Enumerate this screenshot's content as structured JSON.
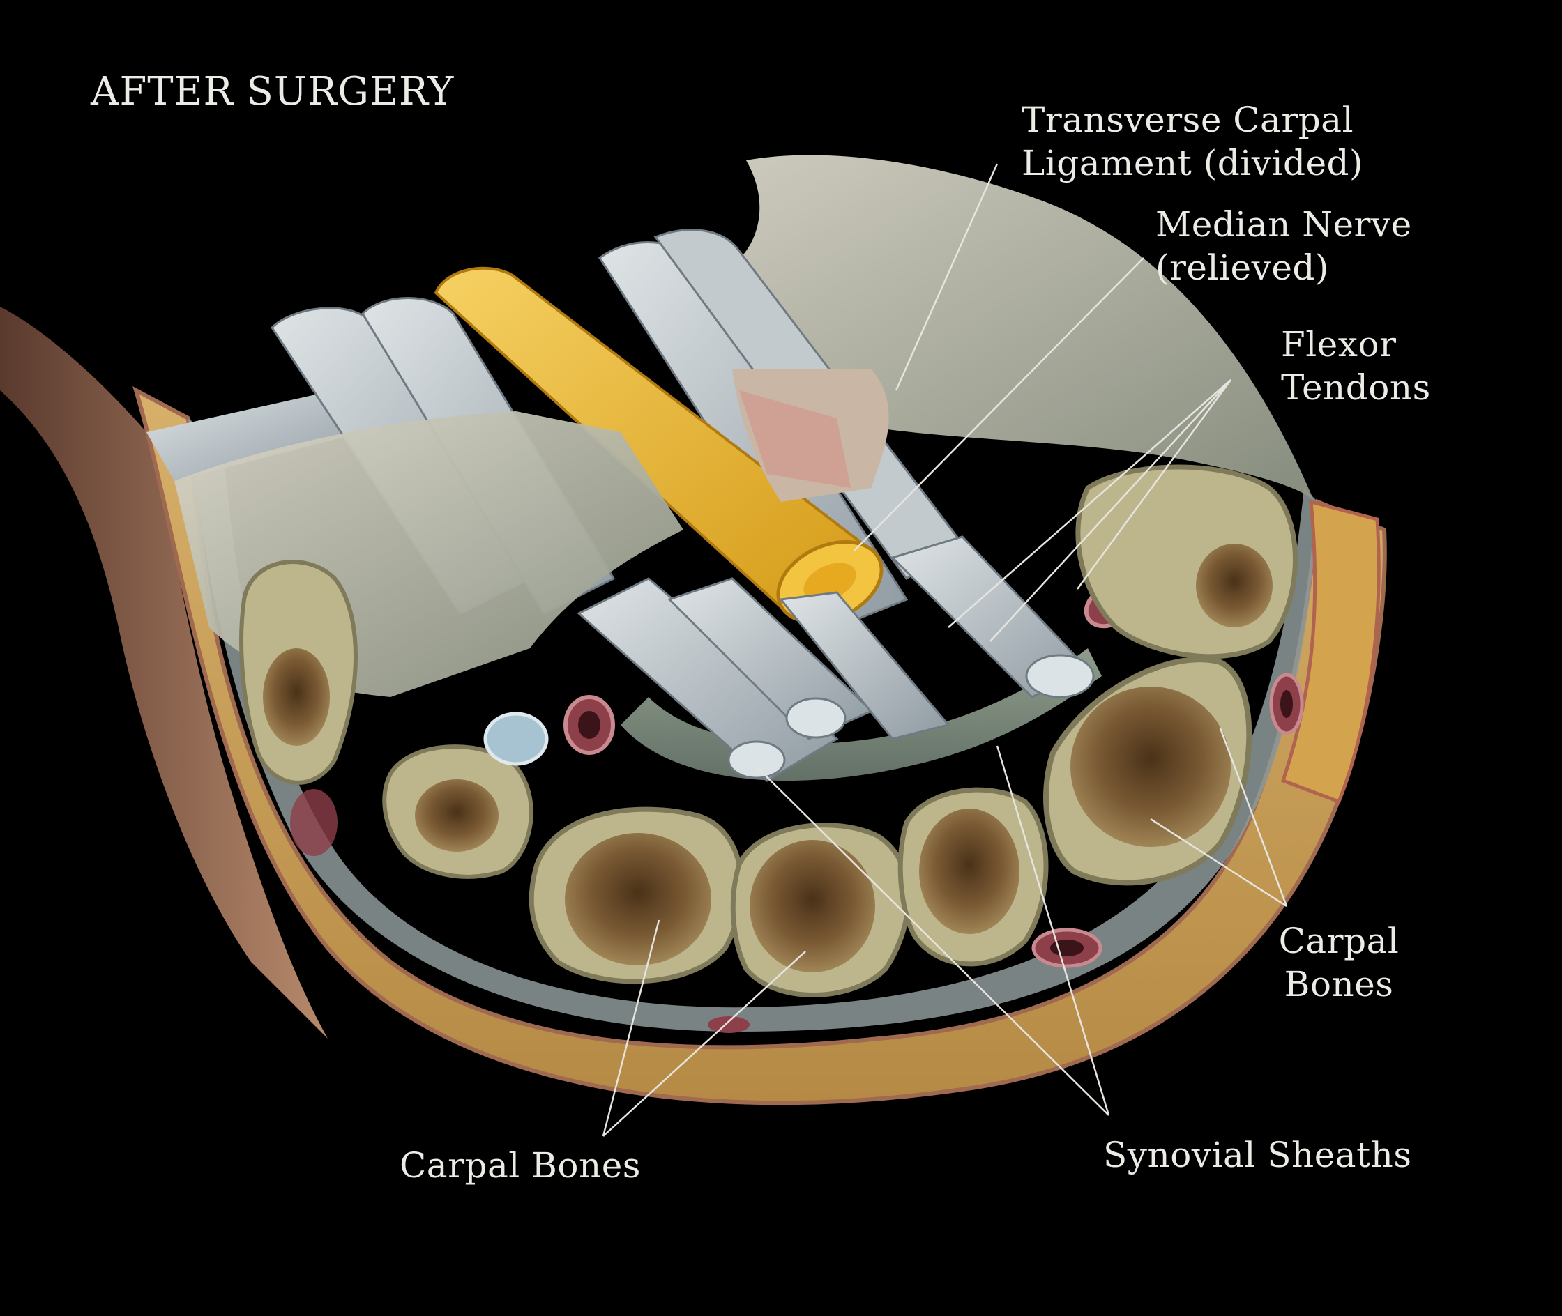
{
  "title": "AFTER SURGERY",
  "labels": {
    "ligament_line1": "Transverse Carpal",
    "ligament_line2": "Ligament (divided)",
    "nerve_line1": "Median Nerve",
    "nerve_line2": "(relieved)",
    "flexor_line1": "Flexor",
    "flexor_line2": "Tendons",
    "carpal_right_line1": "Carpal",
    "carpal_right_line2": "Bones",
    "carpal_bottom": "Carpal Bones",
    "synovial": "Synovial Sheaths"
  },
  "colors": {
    "background": "#000000",
    "label_text": "#ecebe6",
    "nerve": "#e8b530",
    "tendon": "#b9c1c6",
    "bone_cortex": "#bdb58c",
    "bone_marrow": "#7a5a34",
    "skin_fat": "#c9a652",
    "vessel": "#9c4a55"
  }
}
